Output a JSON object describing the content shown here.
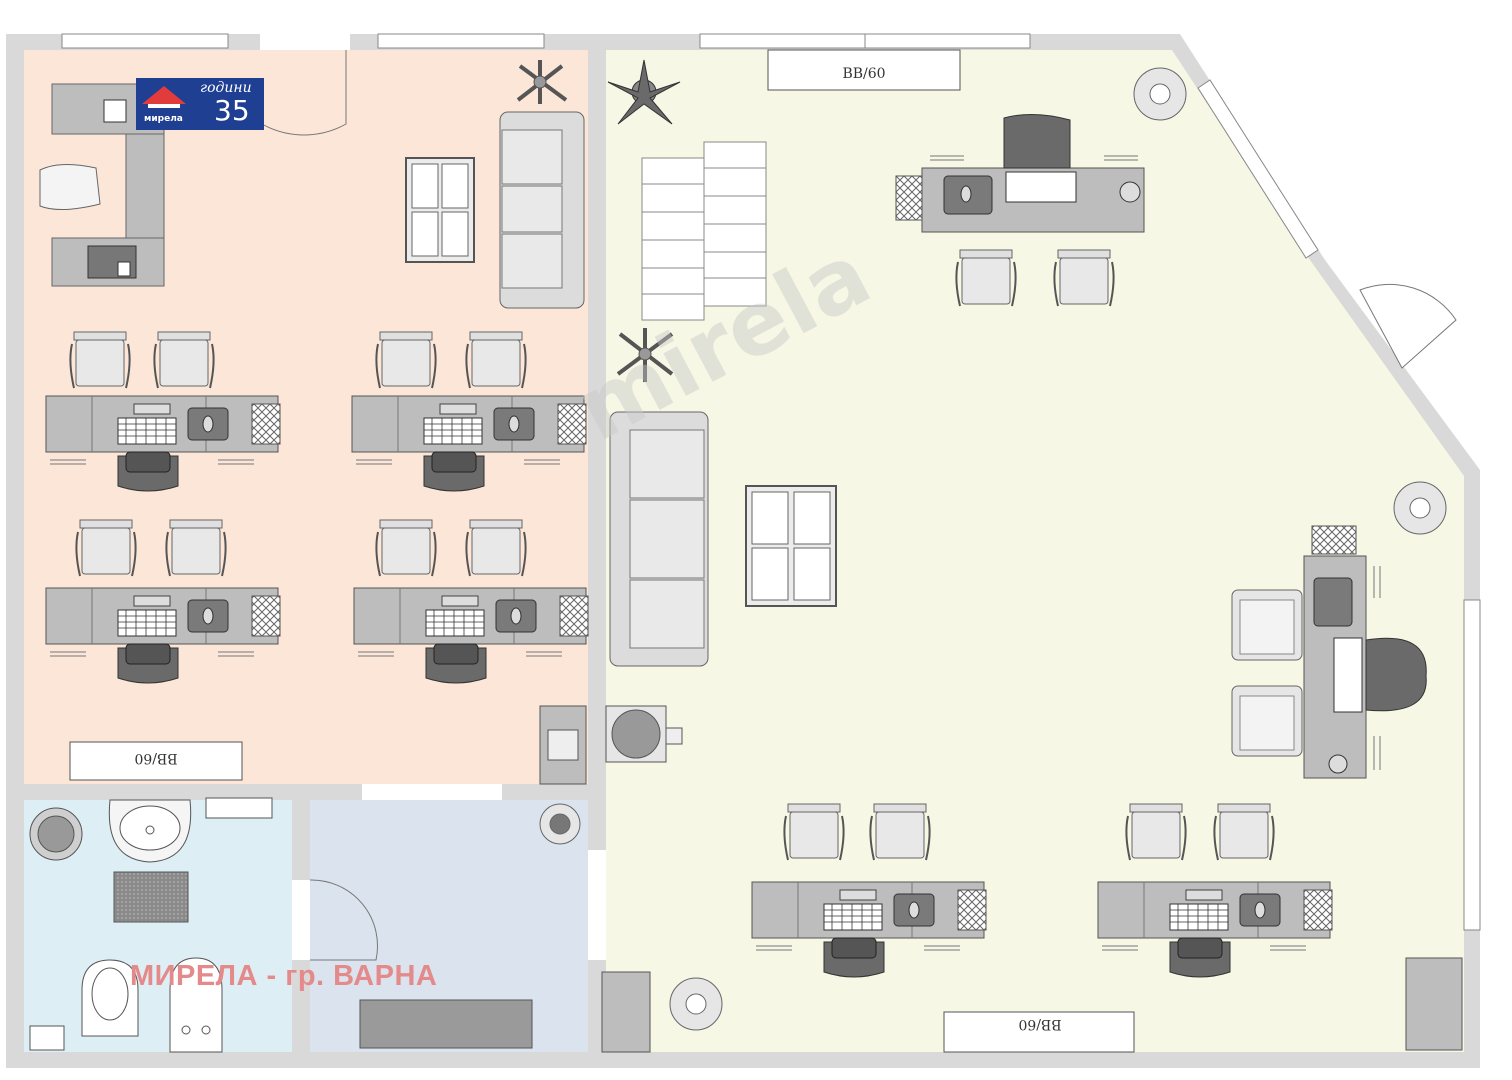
{
  "plan": {
    "wardrobe_label_top": "BB/60",
    "wardrobe_label_left": "BB/60",
    "wardrobe_label_bottom": "BB/60",
    "caption": "МИРЕЛА - гр. ВАРНА",
    "watermark": "mirela",
    "colors": {
      "office_left": "#fce6d8",
      "office_right": "#f6f7e4",
      "bathroom": "#ddeef5",
      "storage": "#dbe4ee",
      "wall": "#dadada",
      "furniture": "#bdbdbd",
      "caption": "#e48a8a",
      "logo_bg": "#1f3f93"
    }
  },
  "logo": {
    "years_word": "години",
    "number": "35",
    "brand": "мирела"
  }
}
